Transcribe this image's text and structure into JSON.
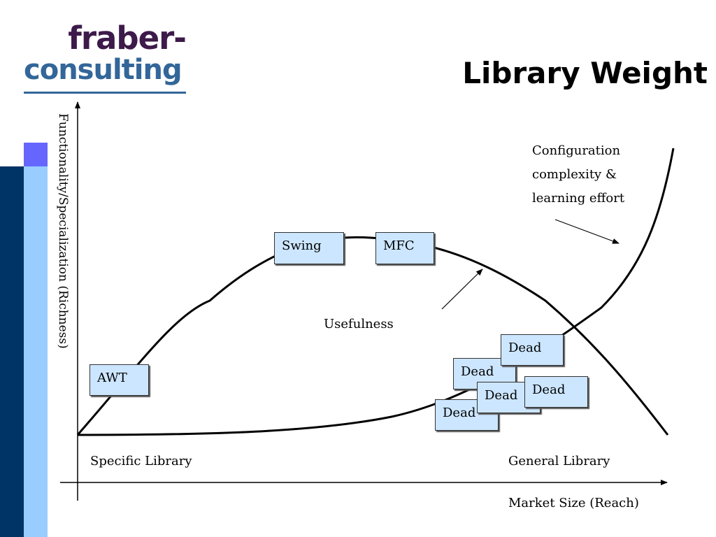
{
  "logo": {
    "line1": "fraber-",
    "line2": "consulting"
  },
  "title": "Library Weight",
  "axes": {
    "y_label": "Functionality/Specialization (Richness)",
    "x_label": "Market Size (Reach)",
    "x_left_label": "Specific Library",
    "x_right_label": "General Library"
  },
  "curves": {
    "usefulness_label": "Usefulness",
    "complexity_label": [
      "Configuration",
      "complexity &",
      "learning effort"
    ]
  },
  "libraries": {
    "awt": "AWT",
    "swing": "Swing",
    "mfc": "MFC",
    "dead": [
      "Dead",
      "Dead",
      "Dead",
      "Dead",
      "Dead"
    ]
  },
  "colors": {
    "dark_bar": "#003366",
    "light_bar": "#99ccff",
    "accent": "#6666ff",
    "box_fill": "#cce6ff",
    "logo_purple": "#3d1a4a",
    "logo_blue": "#336699"
  }
}
